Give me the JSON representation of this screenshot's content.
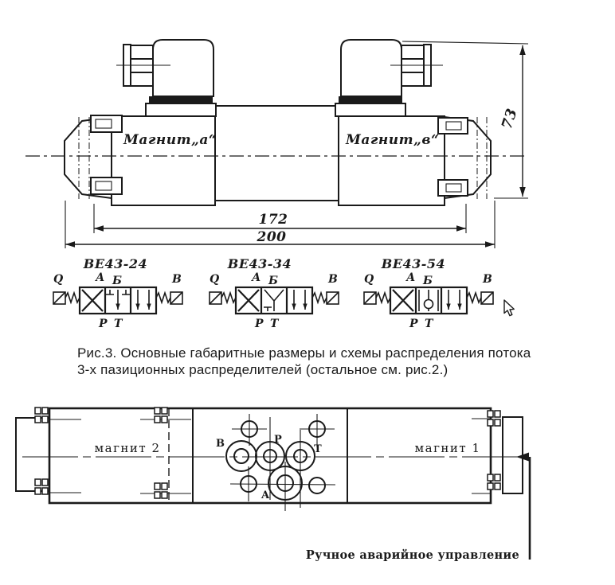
{
  "page": {
    "background": "#ffffff",
    "ink": "#1a1a1a"
  },
  "top_drawing": {
    "magnet_a_label": "Магнит„а“",
    "magnet_b_label": "Магнит„в“",
    "dim_inner_width": "172",
    "dim_outer_width": "200",
    "dim_height": "73"
  },
  "schematics": {
    "ports": {
      "q": "Q",
      "a": "А",
      "b": "Б",
      "v": "В",
      "p": "Р",
      "t": "Т"
    },
    "models": [
      {
        "label": "ВЕ43-24"
      },
      {
        "label": "ВЕ43-34"
      },
      {
        "label": "ВЕ43-54"
      }
    ]
  },
  "caption": {
    "line1": "Рис.3. Основные габаритные размеры и схемы распределения потока",
    "line2": "3-х  пазиционных распределителей  (остальное см. рис.2.)"
  },
  "bottom_drawing": {
    "magnet_2_label": "магнит 2",
    "magnet_1_label": "магнит 1",
    "ports": {
      "b": "B",
      "p": "P",
      "t": "T",
      "a": "A"
    },
    "manual_override_label": "Ручное  аварийное управление"
  }
}
